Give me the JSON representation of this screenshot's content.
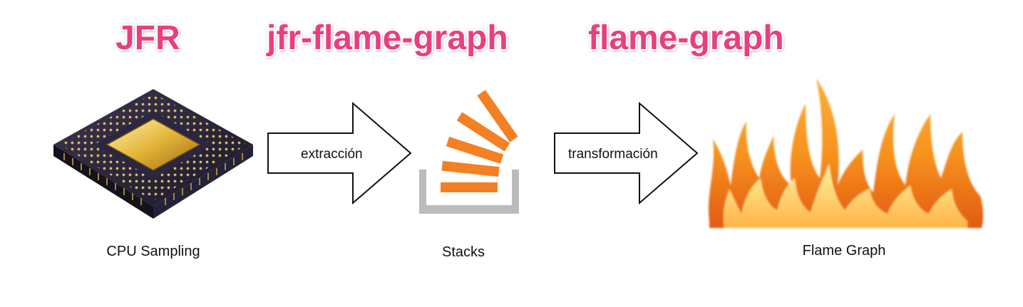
{
  "steps": [
    {
      "heading": "JFR",
      "caption": "CPU Sampling",
      "icon": "cpu-chip-icon"
    },
    {
      "heading": "jfr-flame-graph",
      "caption": "Stacks",
      "icon": "stack-overflow-icon"
    },
    {
      "heading": "flame-graph",
      "caption": "Flame Graph",
      "icon": "flame-icon"
    }
  ],
  "arrows": [
    {
      "label": "extracción"
    },
    {
      "label": "transformación"
    }
  ],
  "colors": {
    "heading": "#ea3f7e",
    "stack_orange": "#f48024",
    "stack_tray": "#bcbbbb"
  }
}
